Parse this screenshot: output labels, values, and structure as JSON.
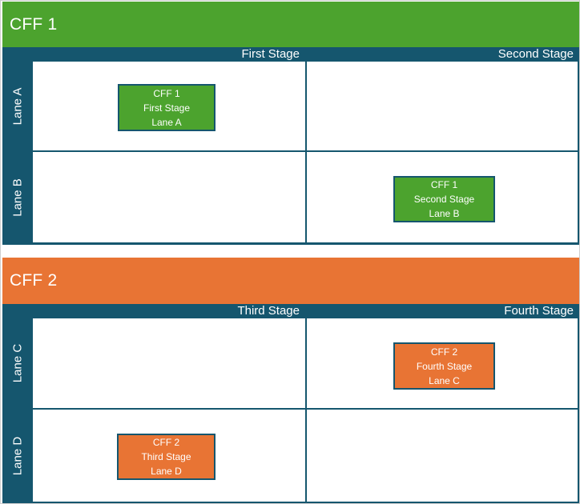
{
  "colors": {
    "pool1_accent": "#4CA32E",
    "pool2_accent": "#E87434",
    "frame_dark_blue": "#15566E",
    "text_on_color": "#FFFFFF",
    "lane_background": "#FFFFFF"
  },
  "pools": [
    {
      "title": "CFF 1",
      "stages": [
        "First Stage",
        "Second Stage"
      ],
      "lanes": [
        {
          "label": "Lane A",
          "box": {
            "stage": "First Stage",
            "lines": [
              "CFF 1",
              "First Stage",
              "Lane A"
            ]
          }
        },
        {
          "label": "Lane B",
          "box": {
            "stage": "Second Stage",
            "lines": [
              "CFF 1",
              "Second Stage",
              "Lane B"
            ]
          }
        }
      ]
    },
    {
      "title": "CFF 2",
      "stages": [
        "Third Stage",
        "Fourth Stage"
      ],
      "lanes": [
        {
          "label": "Lane C",
          "box": {
            "stage": "Fourth Stage",
            "lines": [
              "CFF 2",
              "Fourth Stage",
              "Lane C"
            ]
          }
        },
        {
          "label": "Lane D",
          "box": {
            "stage": "Third Stage",
            "lines": [
              "CFF 2",
              "Third Stage",
              "Lane D"
            ]
          }
        }
      ]
    }
  ]
}
